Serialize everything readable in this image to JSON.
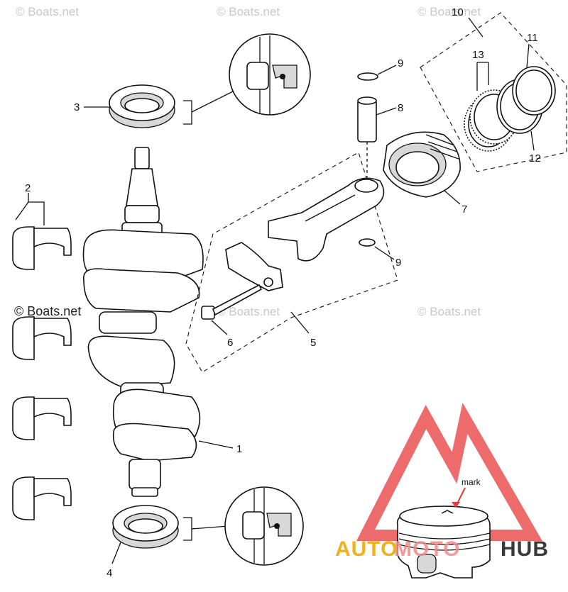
{
  "watermarks": {
    "top_left": "© Boats.net",
    "top_center": "© Boats.net",
    "top_right": "© Boats.net",
    "mid_left": "© Boats.net",
    "mid_center": "© Boats.net",
    "mid_right": "© Boats.net"
  },
  "callouts": [
    {
      "id": "c1",
      "text": "1"
    },
    {
      "id": "c2",
      "text": "2"
    },
    {
      "id": "c3",
      "text": "3"
    },
    {
      "id": "c4",
      "text": "4"
    },
    {
      "id": "c5",
      "text": "5"
    },
    {
      "id": "c6",
      "text": "6"
    },
    {
      "id": "c7",
      "text": "7"
    },
    {
      "id": "c8",
      "text": "8"
    },
    {
      "id": "c9a",
      "text": "9"
    },
    {
      "id": "c9b",
      "text": "9"
    },
    {
      "id": "c10",
      "text": "10"
    },
    {
      "id": "c11",
      "text": "11"
    },
    {
      "id": "c12",
      "text": "12"
    },
    {
      "id": "c13",
      "text": "13"
    }
  ],
  "piston_inset": {
    "mark_label": "mark"
  },
  "logo": {
    "part1": "AUTO",
    "part2": "MOTO",
    "part3": "HUB",
    "color1": "#f0b21c",
    "color2": "#f28a8a",
    "color3": "#3a3a3a",
    "triangle_color": "#e83a3a"
  }
}
